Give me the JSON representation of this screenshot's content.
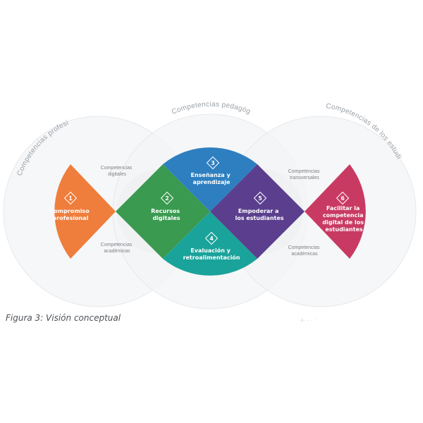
{
  "group_labels": {
    "professional": "Competencias profesionales",
    "pedagogical": "Competencias pedagógicas",
    "learner": "Competencias de los estudiantes"
  },
  "side_labels": {
    "digital": [
      "Competencias",
      "digitales"
    ],
    "academic_left": [
      "Competencias",
      "académicas"
    ],
    "transversal": [
      "Competencias",
      "transversales"
    ],
    "academic_right": [
      "Competencias",
      "académicas"
    ]
  },
  "areas": [
    {
      "number": "1",
      "lines": [
        "Compromiso",
        "profesional"
      ],
      "color": "#ef7d3c"
    },
    {
      "number": "2",
      "lines": [
        "Recursos",
        "digitales"
      ],
      "color": "#3a9a50"
    },
    {
      "number": "3",
      "lines": [
        "Enseñanza y",
        "aprendizaje"
      ],
      "color": "#2e7fc0"
    },
    {
      "number": "4",
      "lines": [
        "Evaluación y",
        "retroalimentación"
      ],
      "color": "#1aa39a"
    },
    {
      "number": "5",
      "lines": [
        "Empoderar a",
        "los estudiantes"
      ],
      "color": "#5b3f8e"
    },
    {
      "number": "6",
      "lines": [
        "Facilitar la",
        "competencia",
        "digital de los",
        "estudiantes"
      ],
      "color": "#c93a63"
    }
  ],
  "circle_color": "#f3f4f6",
  "caption": "Figura 3: Visión conceptual",
  "footer_fragment": "·/· ·  ·   ˙"
}
